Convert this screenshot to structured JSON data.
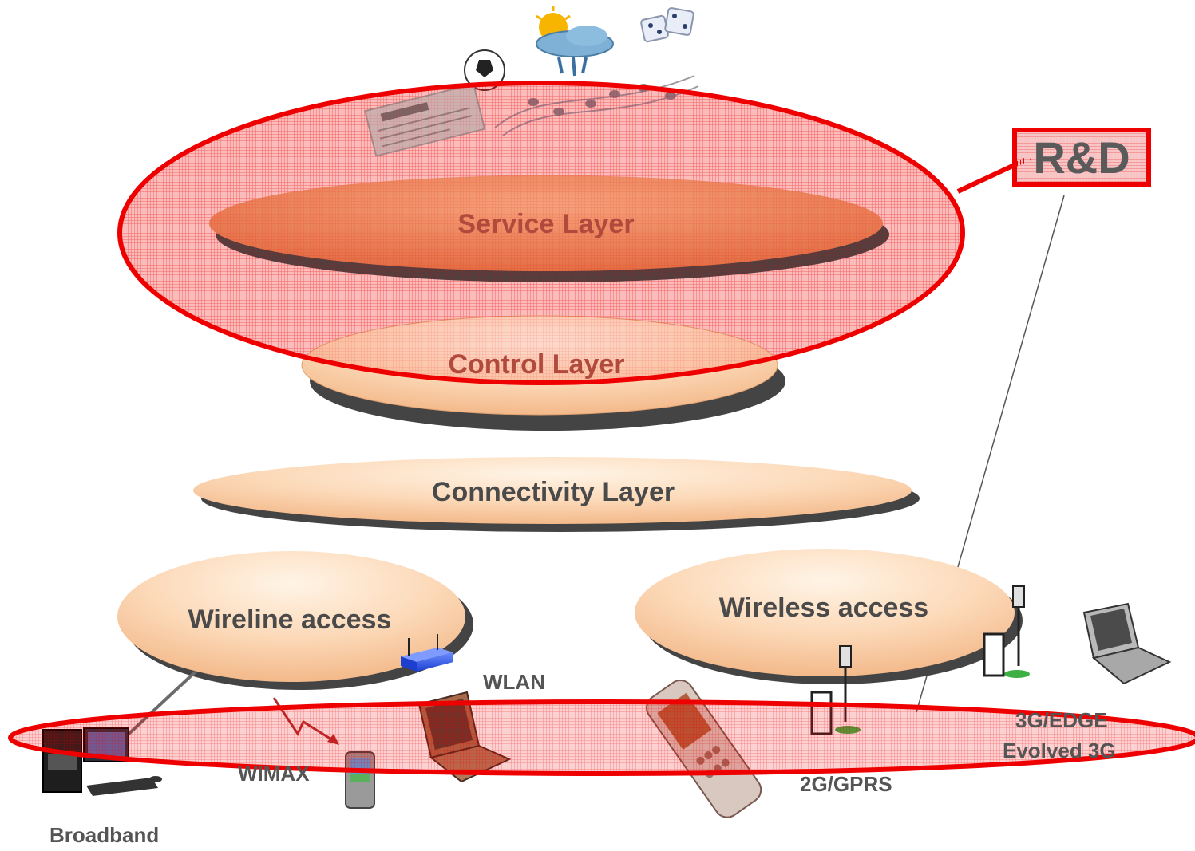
{
  "layers": {
    "service": "Service Layer",
    "control": "Control Layer",
    "connectivity": "Connectivity Layer"
  },
  "access": {
    "wireline": "Wireline access",
    "wireless": "Wireless access"
  },
  "networks": {
    "wlan": "WLAN",
    "wimax": "WIMAX",
    "gprs": "2G/GPRS",
    "edge_line1": "3G/EDGE",
    "edge_line2": "Evolved 3G",
    "broadband": "Broadband"
  },
  "highlight": {
    "label": "R&D"
  },
  "colors": {
    "highlight_red": "#ee0000",
    "layer_orange": "#f0a070",
    "layer_peach": "#fcd9b8",
    "shadow": "#444444"
  },
  "icons": [
    "sun-cloud-icon",
    "dice-icon",
    "soccer-ball-icon",
    "music-notes-icon",
    "newspaper-icon",
    "router-icon",
    "base-station-icon",
    "laptop-icon",
    "pda-icon",
    "mobile-phone-icon",
    "desktop-pc-icon"
  ]
}
